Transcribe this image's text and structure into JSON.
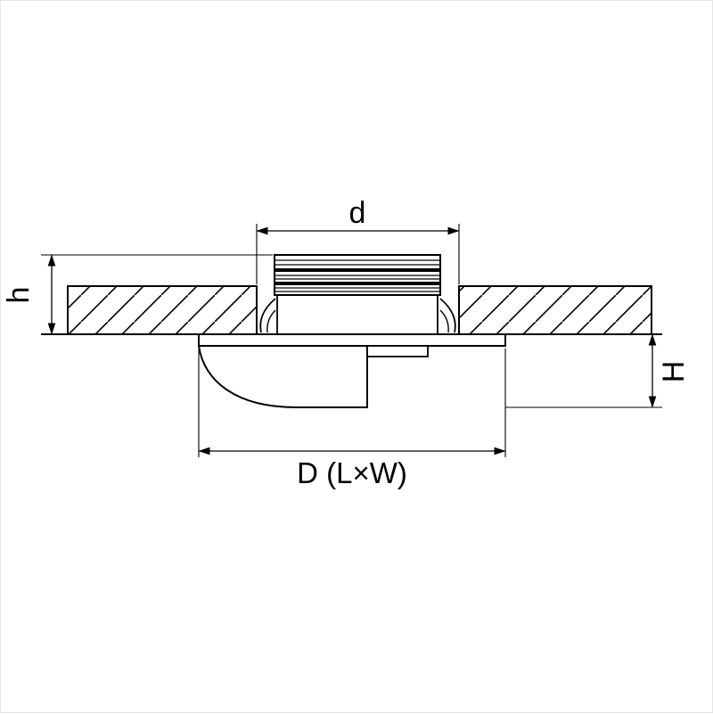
{
  "colors": {
    "line": "#000000",
    "background": "#ffffff",
    "border": "#e4e4e4"
  },
  "labels": {
    "top_dimension": "d",
    "left_dimension": "h",
    "right_dimension": "H",
    "bottom_dimension": "D (L×W)"
  }
}
